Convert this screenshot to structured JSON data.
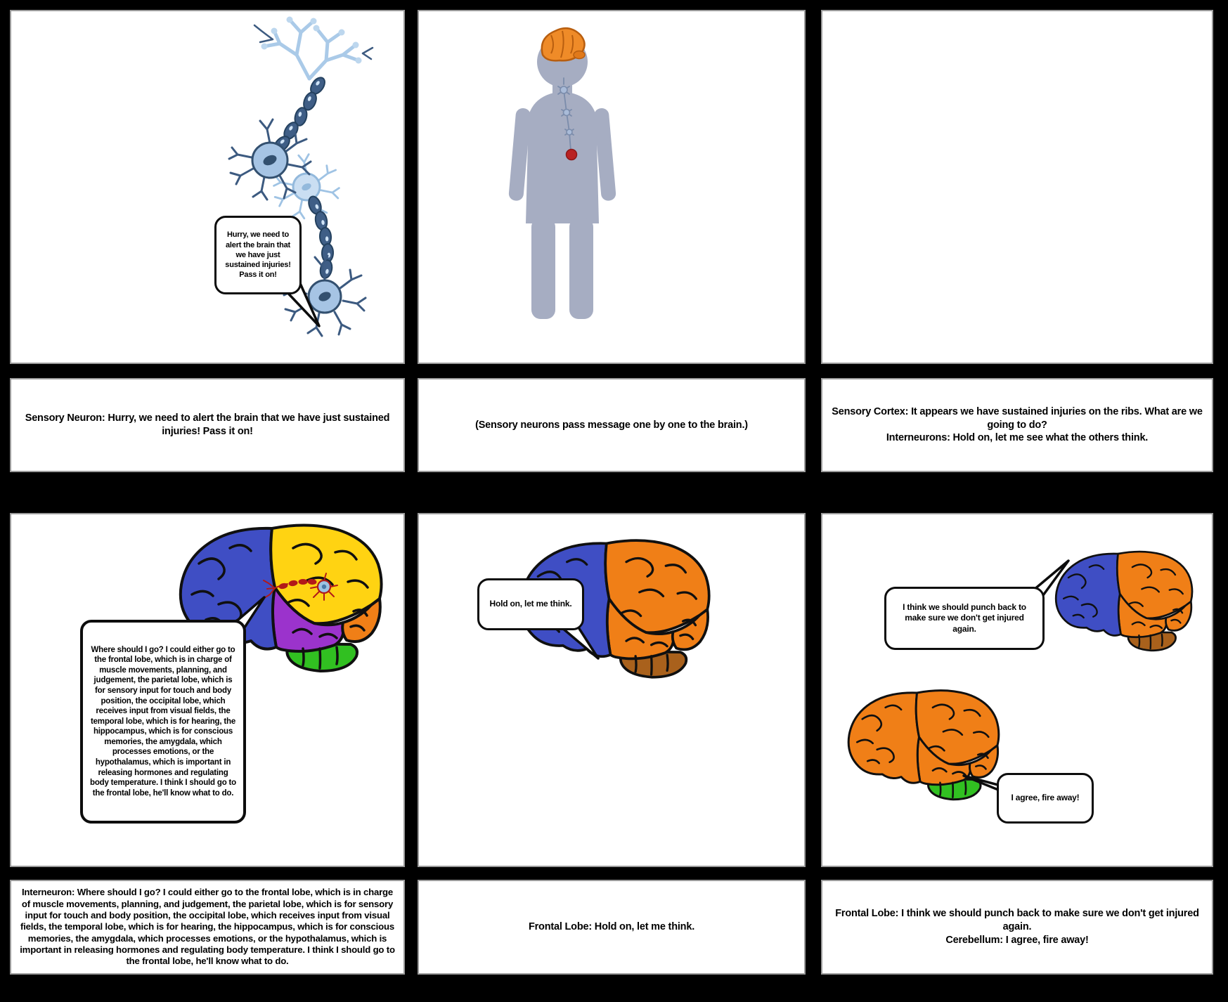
{
  "storyboard": {
    "panels": [
      {
        "name": "sensory-neuron-panel",
        "bubble": "Hurry, we need to alert the brain that we have just sustained injuries! Pass it on!",
        "caption": "Sensory Neuron: Hurry, we need to alert the brain that we have just sustained injuries! Pass it on!"
      },
      {
        "name": "body-signal-panel",
        "caption": "(Sensory neurons pass message one by one to the brain.)"
      },
      {
        "name": "empty-panel",
        "caption": "Sensory Cortex: It appears we have sustained injuries on the ribs. What are we going to do?\nInterneurons: Hold on, let me see what the others think."
      },
      {
        "name": "interneuron-brain-panel",
        "bubble": "Where should I go? I could either go to the frontal lobe, which is in charge of muscle movements, planning, and judgement, the parietal lobe, which is for sensory input for touch and body position, the occipital lobe, which receives input from visual fields, the temporal lobe, which is for hearing, the hippocampus, which is for conscious memories, the amygdala, which processes emotions, or the hypothalamus, which is important in releasing hormones and regulating body temperature. I think I should go to the frontal lobe, he'll know what to do.",
        "caption": "Interneuron: Where should I go? I could either go to the frontal lobe, which is in charge of muscle movements, planning, and judgement, the parietal lobe, which is for sensory input for touch and body position, the occipital lobe, which receives input from visual fields, the temporal lobe, which is for hearing, the hippocampus, which is for conscious memories, the amygdala, which processes emotions, or the hypothalamus, which is important in releasing hormones and regulating body temperature. I think I should go to the frontal lobe, he'll know what to do."
      },
      {
        "name": "frontal-lobe-panel",
        "bubble": "Hold on, let me think.",
        "caption": "Frontal Lobe: Hold on, let me think."
      },
      {
        "name": "decision-panel",
        "bubble_frontal": "I think we should punch back to make sure we don't get injured again.",
        "bubble_cerebellum": "I agree, fire away!",
        "caption": "Frontal Lobe: I think we should punch back to make sure we don't get injured again.\nCerebellum: I agree, fire away!"
      }
    ],
    "colors": {
      "background": "#000000",
      "panel_bg": "#ffffff",
      "frontal_blue": "#3f4ec4",
      "parietal_yellow": "#ffd312",
      "occipital_orange": "#f07f17",
      "temporal_purple": "#9b33cc",
      "cerebellum_green": "#31c021",
      "cerebellum_brown": "#a9611c",
      "neuron_body_blue": "#a6c4e4",
      "neuron_dark_blue": "#33506f",
      "myelin_blue": "#3f5e86",
      "silhouette_gray": "#a6adc2",
      "head_brain_orange": "#ef8b28",
      "injury_red": "#b92222",
      "signal_red": "#b21919"
    }
  }
}
